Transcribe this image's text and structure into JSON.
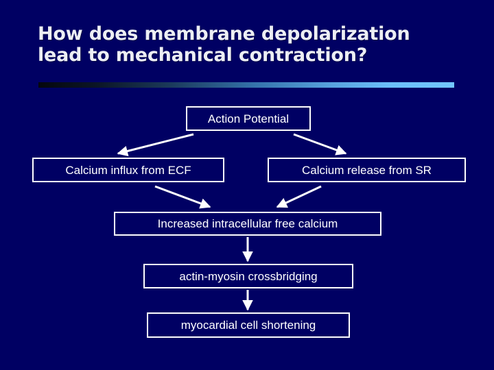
{
  "slide": {
    "background_color": "#000063",
    "title": "How does membrane depolarization\nlead to mechanical contraction?",
    "title_color": "#eceef4",
    "rule_gradient_from": "#05070d",
    "rule_gradient_to": "#72c6ff"
  },
  "flowchart": {
    "box_border_color": "#ffffff",
    "box_text_color": "#ffffff",
    "arrow_color": "#ffffff",
    "boxes": [
      {
        "id": "action-potential",
        "label": "Action Potential"
      },
      {
        "id": "calcium-influx",
        "label": "Calcium influx from ECF"
      },
      {
        "id": "calcium-release",
        "label": "Calcium release from SR"
      },
      {
        "id": "increased-calcium",
        "label": "Increased intracellular free calcium"
      },
      {
        "id": "crossbridging",
        "label": "actin-myosin crossbridging"
      },
      {
        "id": "shortening",
        "label": "myocardial cell shortening"
      }
    ],
    "arrows": [
      {
        "id": "ap-to-influx",
        "from": "action-potential",
        "to": "calcium-influx",
        "direction": "down-left"
      },
      {
        "id": "ap-to-release",
        "from": "action-potential",
        "to": "calcium-release",
        "direction": "down-right"
      },
      {
        "id": "influx-to-calcium",
        "from": "calcium-influx",
        "to": "increased-calcium",
        "direction": "down-right"
      },
      {
        "id": "release-to-calcium",
        "from": "calcium-release",
        "to": "increased-calcium",
        "direction": "down-left"
      },
      {
        "id": "calcium-to-crossbridging",
        "from": "increased-calcium",
        "to": "crossbridging",
        "direction": "down"
      },
      {
        "id": "crossbridging-to-shortening",
        "from": "crossbridging",
        "to": "shortening",
        "direction": "down"
      }
    ]
  }
}
